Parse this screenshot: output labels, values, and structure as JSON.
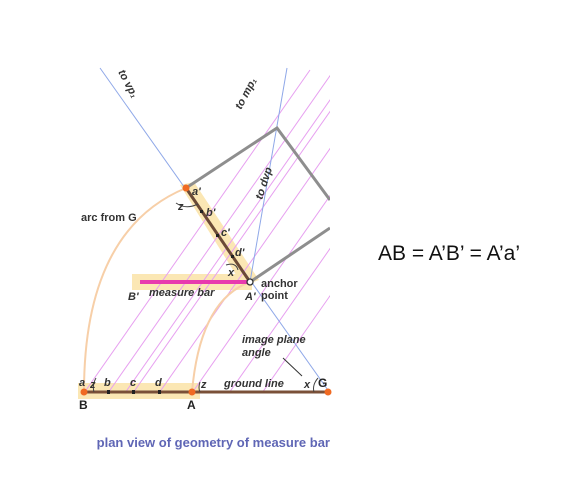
{
  "labels": {
    "to_vp1": "to vp₁",
    "to_mp1": "to mp₁",
    "to_dvp": "to dvp",
    "arc_from_g": "arc from G",
    "a_prime_small": "a'",
    "b_prime_small": "b'",
    "c_prime_small": "c'",
    "d_prime_small": "d'",
    "z_top": "z",
    "x_mid": "x",
    "b_prime_cap": "B'",
    "measure_bar": "measure bar",
    "a_prime_cap": "A'",
    "anchor": "anchor",
    "point": "point",
    "image_plane": "image plane",
    "angle": "angle",
    "gl_a": "a",
    "gl_z1": "z",
    "gl_b": "b",
    "gl_c": "c",
    "gl_d": "d",
    "gl_z2": "z",
    "ground_line": "ground line",
    "gl_x": "x",
    "gl_G": "G",
    "gl_B": "B",
    "gl_A": "A"
  },
  "caption": "plan view of geometry of measure bar",
  "equation": "AB = A’B’ = A’a’",
  "colors": {
    "measure_bar": "#e83aae",
    "ground_line": "#7a5038",
    "parallel_lines": "#e7a0f0",
    "construction_lines": "#8fa8e8",
    "arcs": "#f7cfa8",
    "highlight": "#fbe7b4",
    "outline": "#8e8e8e",
    "points": "#f06a22",
    "caption": "#5f66b5"
  }
}
